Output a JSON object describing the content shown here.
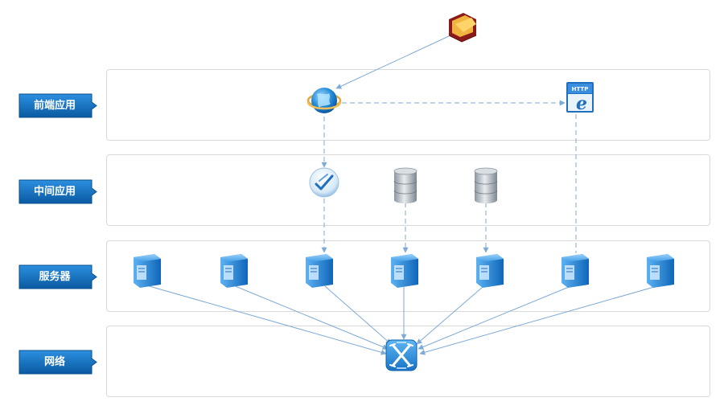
{
  "layers": [
    {
      "label": "前端应用"
    },
    {
      "label": "中间应用"
    },
    {
      "label": "服务器"
    },
    {
      "label": "网络"
    }
  ],
  "icons": {
    "folder": "folder-icon",
    "web": "globe-icon",
    "http": "http-browser-icon",
    "middleware": "middleware-check-icon",
    "database": "database-icon",
    "server": "server-icon",
    "network": "network-switch-icon",
    "http_text": "HTTP"
  },
  "colors": {
    "label_blue": "#0d74c9",
    "label_blue_dark": "#0a5aa0",
    "connector": "#7eaad6",
    "server_blue": "#1e7fd2",
    "panel_border": "#d9d9d9"
  }
}
